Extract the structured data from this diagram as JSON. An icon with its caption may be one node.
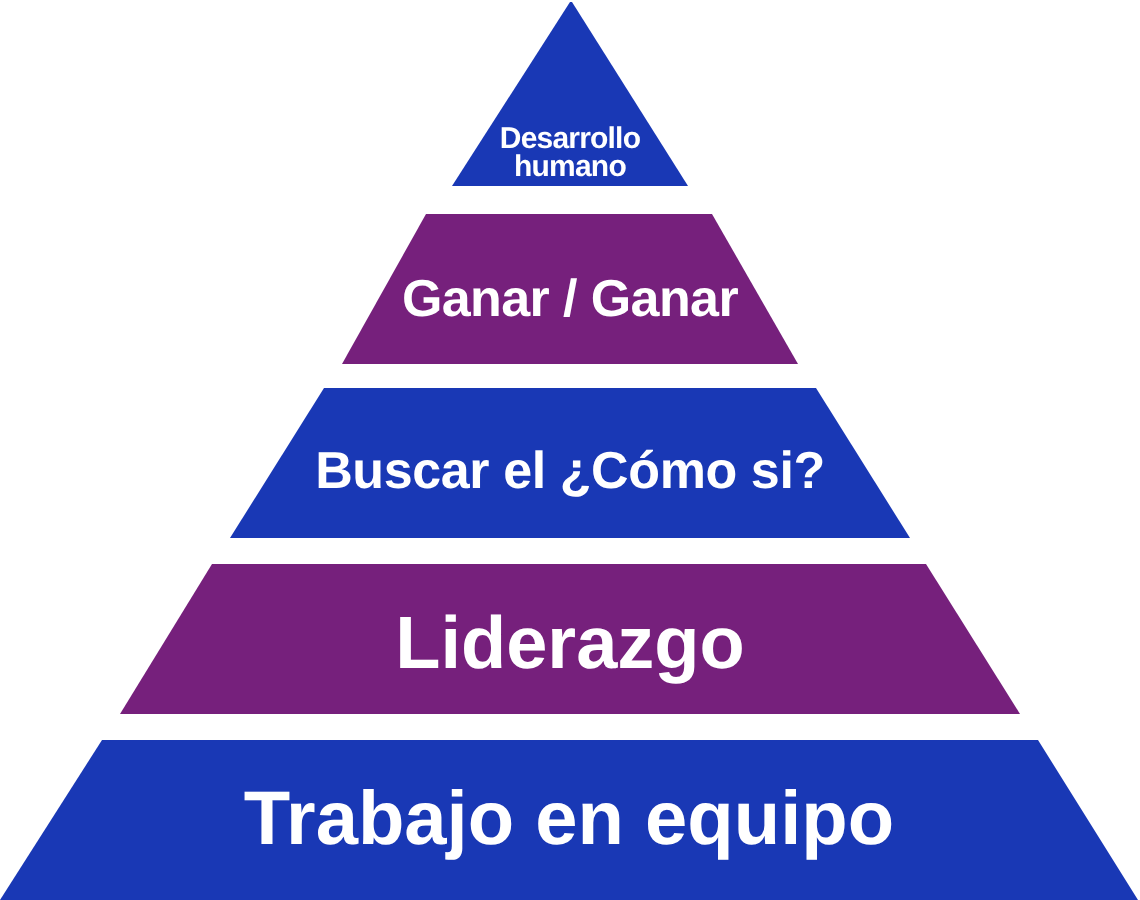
{
  "diagram": {
    "nodes": [
      {
        "text": [
          "Desarrollo humano"
        ]
      },
      {
        "text": [
          "Ganar / Ganar"
        ]
      },
      {
        "text": [
          "Buscar el ¿Cómo si?"
        ]
      },
      {
        "text": [
          "Liderazgo"
        ]
      },
      {
        "text": [
          "Trabajo en equipo"
        ]
      }
    ]
  }
}
